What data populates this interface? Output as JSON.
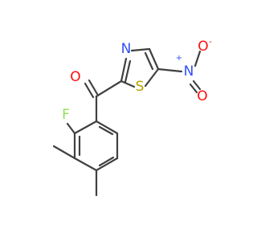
{
  "molecule": {
    "atoms": {
      "O": "O",
      "N": "N",
      "S": "S",
      "F": "F",
      "nitro_N": "N",
      "nitro_O": "O",
      "nitro_N_charge": "+",
      "nitro_O_charge": "-"
    }
  },
  "colors": {
    "bond": "#404040",
    "oxygen": "#ff0d0d",
    "nitrogen": "#3050f8",
    "sulfur": "#b8a000",
    "fluorine": "#90e050"
  }
}
